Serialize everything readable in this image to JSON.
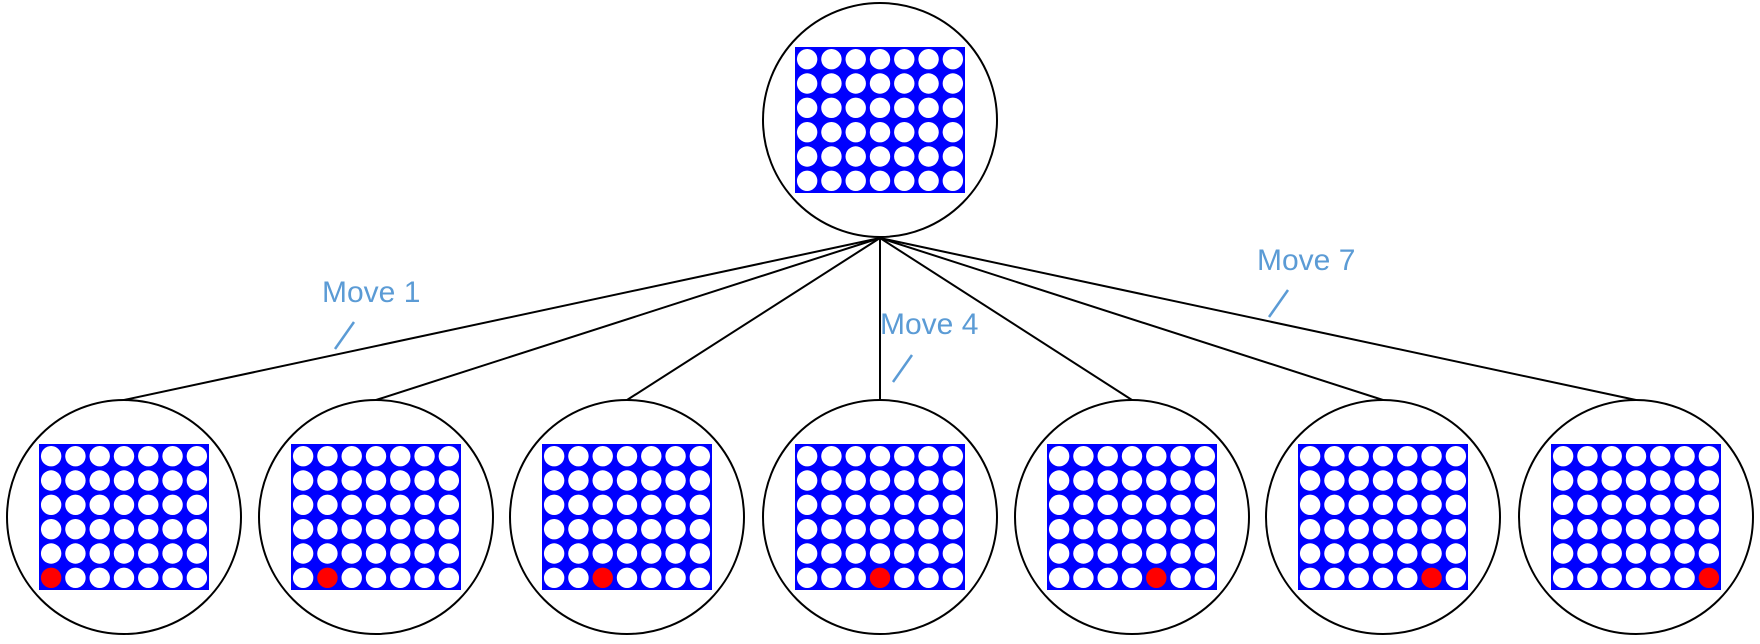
{
  "diagram": {
    "root": {
      "rows": 6,
      "cols": 7,
      "board_color": "#0000ff",
      "empty_color": "#ffffff",
      "pieces": []
    },
    "children": [
      {
        "move": 1,
        "pieces": [
          {
            "row": 5,
            "col": 0,
            "color": "#ff0000"
          }
        ]
      },
      {
        "move": 2,
        "pieces": [
          {
            "row": 5,
            "col": 1,
            "color": "#ff0000"
          }
        ]
      },
      {
        "move": 3,
        "pieces": [
          {
            "row": 5,
            "col": 2,
            "color": "#ff0000"
          }
        ]
      },
      {
        "move": 4,
        "pieces": [
          {
            "row": 5,
            "col": 3,
            "color": "#ff0000"
          }
        ]
      },
      {
        "move": 5,
        "pieces": [
          {
            "row": 5,
            "col": 4,
            "color": "#ff0000"
          }
        ]
      },
      {
        "move": 6,
        "pieces": [
          {
            "row": 5,
            "col": 5,
            "color": "#ff0000"
          }
        ]
      },
      {
        "move": 7,
        "pieces": [
          {
            "row": 5,
            "col": 6,
            "color": "#ff0000"
          }
        ]
      }
    ],
    "labels": {
      "move1": "Move 1",
      "move4": "Move 4",
      "move7": "Move 7"
    },
    "colors": {
      "edge": "#000000",
      "label": "#5b9bd5",
      "node_border": "#000000",
      "board": "#0000ff",
      "empty_slot": "#ffffff",
      "red_piece": "#ff0000"
    }
  }
}
